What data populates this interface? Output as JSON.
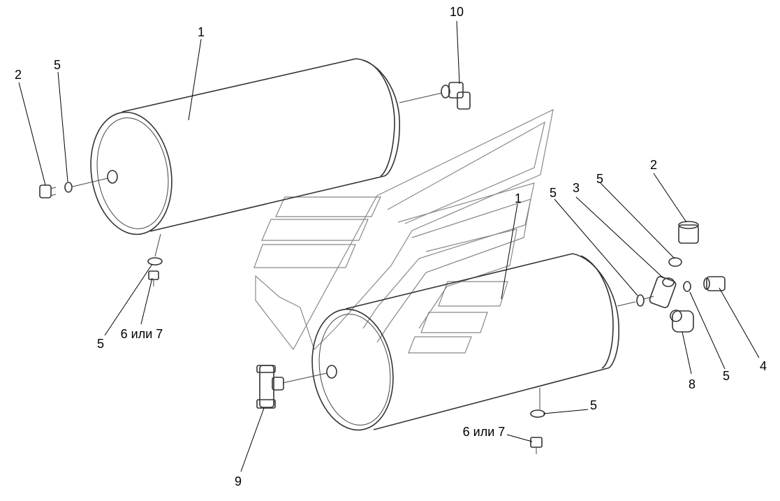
{
  "callouts": {
    "tank_top": "1",
    "tank_bottom": "1",
    "plug_left": "2",
    "plug_right": "2",
    "tee_right": "3",
    "fitting_right": "4",
    "washer_left_top": "5",
    "washer_left_bottom": "5",
    "washer_right_a": "5",
    "washer_right_b": "5",
    "washer_right_c": "5",
    "washer_bottom": "5",
    "valve_left": "6 или 7",
    "valve_bottom": "6 или 7",
    "cap_right": "8",
    "tee_left": "9",
    "elbow_top": "10"
  }
}
